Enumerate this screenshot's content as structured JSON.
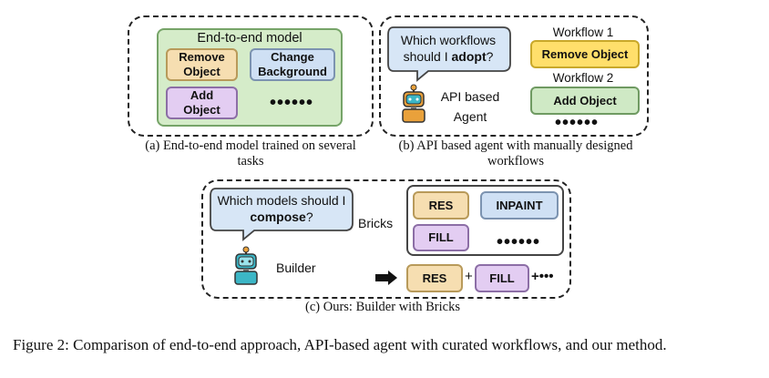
{
  "panel_a": {
    "model_title": "End-to-end model",
    "tasks": [
      "Remove Object",
      "Change Background",
      "Add Object"
    ],
    "more": "••••••",
    "caption": "(a) End-to-end model trained on several tasks"
  },
  "panel_b": {
    "question_prefix": "Which workflows should I ",
    "question_bold": "adopt",
    "question_suffix": "?",
    "agent_label": "API based Agent",
    "workflow1_label": "Workflow 1",
    "workflow1_box": "Remove Object",
    "workflow2_label": "Workflow 2",
    "workflow2_box": "Add Object",
    "more": "••••••",
    "caption": "(b) API based agent with manually designed workflows"
  },
  "panel_c": {
    "question_prefix": "Which models should I ",
    "question_bold": "compose",
    "question_suffix": "?",
    "bricks_label": "Bricks",
    "bricks": [
      "RES",
      "INPAINT",
      "FILL"
    ],
    "more": "••••••",
    "builder_label": "Builder",
    "output": [
      "RES",
      "FILL"
    ],
    "plus": "+",
    "tail": "+•••",
    "caption": "(c) Ours: Builder with Bricks"
  },
  "figure_caption": "Figure 2: Comparison of end-to-end approach, API-based agent with curated workflows, and our method."
}
